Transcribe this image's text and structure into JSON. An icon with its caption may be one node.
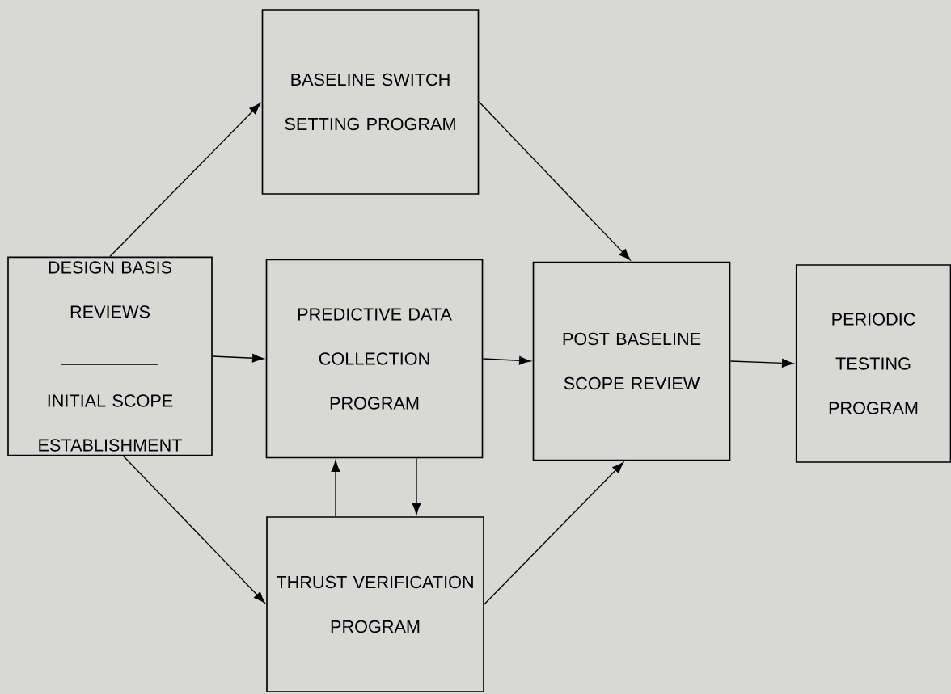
{
  "diagram": {
    "nodes": [
      {
        "text": [
          "DESIGN BASIS REVIEWS",
          "INITIAL SCOPE ESTABLISHMENT"
        ]
      },
      {
        "text": [
          "BASELINE SWITCH SETTING PROGRAM"
        ]
      },
      {
        "text": [
          "PREDICTIVE DATA COLLECTION PROGRAM"
        ]
      },
      {
        "text": [
          "POST BASELINE SCOPE REVIEW"
        ]
      },
      {
        "text": [
          "PERIODIC TESTING PROGRAM"
        ]
      },
      {
        "text": [
          "THRUST VERIFICATION PROGRAM"
        ]
      }
    ],
    "edges": [
      {
        "from": 0,
        "to": 1,
        "arrow": "to"
      },
      {
        "from": 0,
        "to": 2,
        "arrow": "to"
      },
      {
        "from": 0,
        "to": 5,
        "arrow": "to"
      },
      {
        "from": 1,
        "to": 3,
        "arrow": "to"
      },
      {
        "from": 2,
        "to": 3,
        "arrow": "to"
      },
      {
        "from": 3,
        "to": 4,
        "arrow": "to"
      },
      {
        "from": 2,
        "to": 5,
        "arrow": "to"
      },
      {
        "from": 5,
        "to": 2,
        "arrow": "to"
      },
      {
        "from": 5,
        "to": 3,
        "arrow": "to"
      }
    ]
  }
}
